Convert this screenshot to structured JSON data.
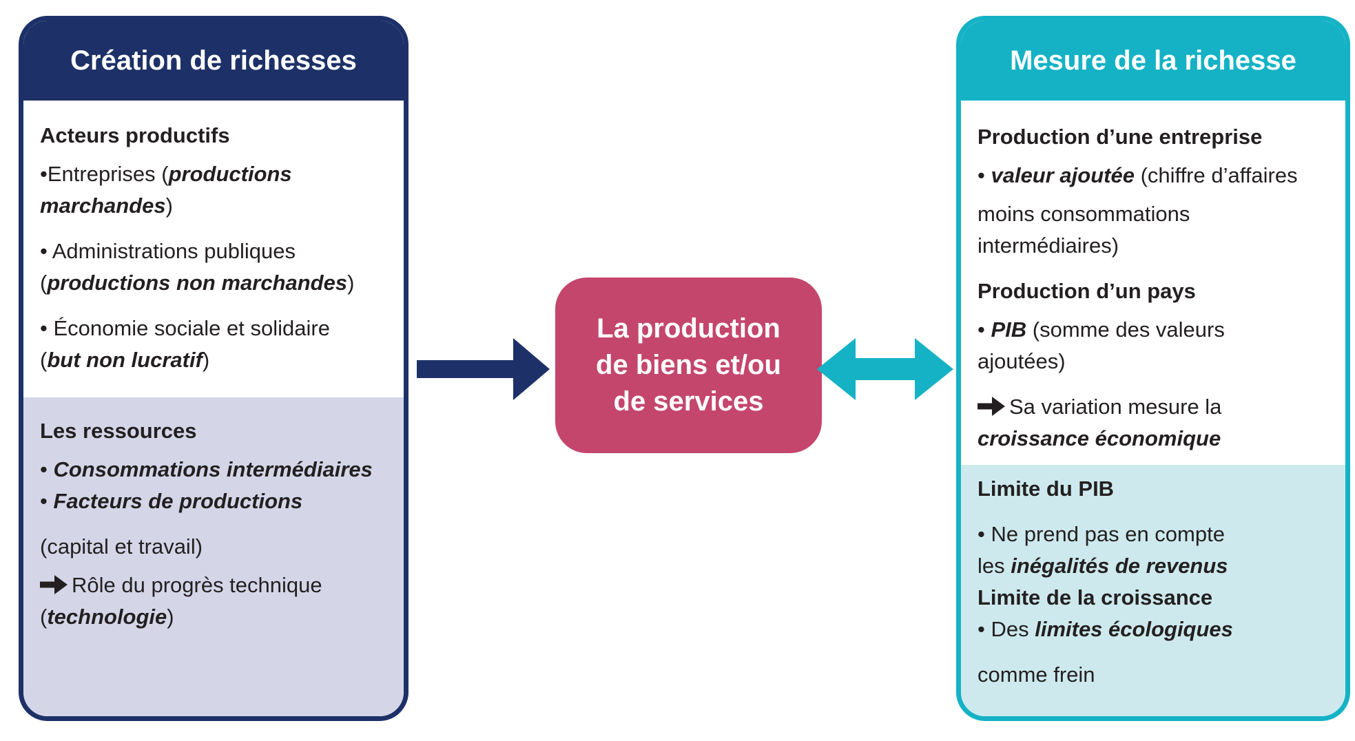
{
  "colors": {
    "navy": "#1d3168",
    "teal": "#15b2c5",
    "pink": "#c4466d",
    "lavender": "#d4d6e8",
    "light_teal": "#cde9ed",
    "text": "#231f20",
    "white": "#ffffff"
  },
  "icons": {
    "inline_bullet_arrow": "arrow-right-icon",
    "left_flow": "flow-arrow-right-icon",
    "right_flow": "flow-arrow-double-icon"
  },
  "left_panel": {
    "title": "Création de richesses",
    "actors_section": {
      "lines": [
        {
          "segments": [
            {
              "style": "b",
              "text": "Acteurs productifs"
            }
          ]
        },
        {
          "gap": "sm",
          "segments": [
            {
              "style": "plain",
              "text": "•Entreprises ("
            },
            {
              "style": "bi",
              "text": "productions"
            }
          ]
        },
        {
          "segments": [
            {
              "style": "bi",
              "text": "marchandes"
            },
            {
              "style": "plain",
              "text": ")"
            }
          ]
        },
        {
          "gap": "lg",
          "segments": [
            {
              "style": "plain",
              "text": "• Administrations publiques"
            }
          ]
        },
        {
          "segments": [
            {
              "style": "plain",
              "text": "("
            },
            {
              "style": "bi",
              "text": "productions non marchandes"
            },
            {
              "style": "plain",
              "text": ")"
            }
          ]
        },
        {
          "gap": "lg",
          "segments": [
            {
              "style": "plain",
              "text": "• Économie sociale et solidaire"
            }
          ]
        },
        {
          "segments": [
            {
              "style": "plain",
              "text": "("
            },
            {
              "style": "bi",
              "text": "but non lucratif"
            },
            {
              "style": "plain",
              "text": ")"
            }
          ]
        }
      ]
    },
    "resources_section": {
      "lines": [
        {
          "segments": [
            {
              "style": "b",
              "text": "Les ressources"
            }
          ]
        },
        {
          "gap": "sm",
          "segments": [
            {
              "style": "plain",
              "text": "• "
            },
            {
              "style": "bi",
              "text": "Consommations intermédiaires"
            }
          ]
        },
        {
          "segments": [
            {
              "style": "plain",
              "text": "• "
            },
            {
              "style": "bi",
              "text": "Facteurs de productions"
            }
          ]
        },
        {
          "gap": "lg",
          "segments": [
            {
              "style": "plain",
              "text": " (capital et travail)"
            }
          ]
        },
        {
          "gap": "sm",
          "segments": [
            {
              "icon": "arrow-right-icon"
            },
            {
              "style": "plain",
              "text": "Rôle du progrès technique"
            }
          ]
        },
        {
          "segments": [
            {
              "style": "plain",
              "text": "("
            },
            {
              "style": "bi",
              "text": "technologie"
            },
            {
              "style": "plain",
              "text": ")"
            }
          ]
        }
      ]
    }
  },
  "center_box": {
    "lines": [
      {
        "segments": [
          {
            "style": "title",
            "text": "La production"
          }
        ]
      },
      {
        "segments": [
          {
            "style": "title",
            "text": "de biens et/ou"
          }
        ]
      },
      {
        "segments": [
          {
            "style": "title",
            "text": "de services"
          }
        ]
      }
    ]
  },
  "right_panel": {
    "title": "Mesure de la richesse",
    "measure_section": {
      "lines": [
        {
          "segments": [
            {
              "style": "b",
              "text": "Production d’une entreprise"
            }
          ]
        },
        {
          "gap": "sm",
          "segments": [
            {
              "style": "plain",
              "text": "• "
            },
            {
              "style": "bi",
              "text": "valeur ajoutée"
            },
            {
              "style": "plain",
              "text": " (chiffre d’affaires"
            }
          ]
        },
        {
          "gap": "sm",
          "segments": [
            {
              "style": "plain",
              "text": "moins consommations"
            }
          ]
        },
        {
          "segments": [
            {
              "style": "plain",
              "text": "intermédiaires)"
            }
          ]
        },
        {
          "gap": "lg",
          "segments": [
            {
              "style": "b",
              "text": "Production d’un pays"
            }
          ]
        },
        {
          "gap": "sm",
          "segments": [
            {
              "style": "plain",
              "text": "• "
            },
            {
              "style": "bi",
              "text": "PIB"
            },
            {
              "style": "plain",
              "text": " (somme des valeurs"
            }
          ]
        },
        {
          "segments": [
            {
              "style": "plain",
              "text": "ajoutées)"
            }
          ]
        },
        {
          "gap": "lg",
          "segments": [
            {
              "icon": "arrow-right-icon"
            },
            {
              "style": "plain",
              "text": "Sa variation mesure la"
            }
          ]
        },
        {
          "segments": [
            {
              "style": "bi",
              "text": "croissance économique"
            }
          ]
        }
      ]
    },
    "limits_section": {
      "lines": [
        {
          "segments": [
            {
              "style": "b",
              "text": "Limite du PIB"
            }
          ]
        },
        {
          "gap": "lg",
          "segments": [
            {
              "style": "plain",
              "text": "• Ne prend pas en compte"
            }
          ]
        },
        {
          "segments": [
            {
              "style": "plain",
              "text": "les "
            },
            {
              "style": "bi",
              "text": "inégalités de revenus"
            }
          ]
        },
        {
          "segments": [
            {
              "style": "b",
              "text": "Limite de la croissance"
            }
          ]
        },
        {
          "segments": [
            {
              "style": "plain",
              "text": "• Des "
            },
            {
              "style": "bi",
              "text": "limites écologiques"
            }
          ]
        },
        {
          "gap": "lg",
          "segments": [
            {
              "style": "plain",
              "text": "comme frein"
            }
          ]
        }
      ]
    }
  }
}
